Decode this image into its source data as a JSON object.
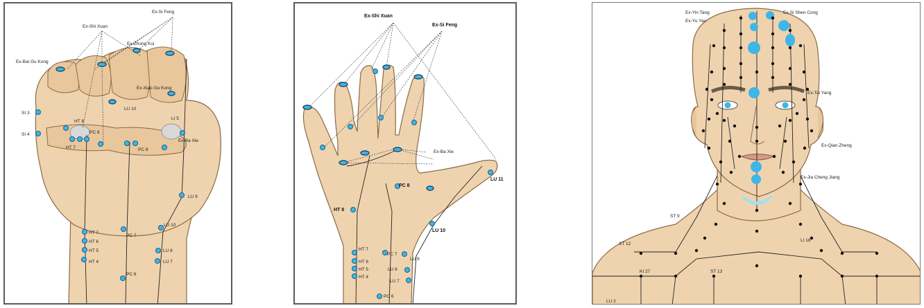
{
  "fist": {
    "labels": {
      "ex_shixuan_top": "Ex-Shi Xuan",
      "ex_sifeng": "Ex-Si Feng",
      "ex_ba_xie": "Ex-Bai Gu Kong",
      "ex_zhong_kui": "Ex-Zhong Kui",
      "ex_xiao_gu_kong": "Ex-Xiao Gu Kong",
      "si_3": "SI 3",
      "si_4": "SI 4",
      "ht_8": "HT 8",
      "pc_8": "PC 8",
      "ht_7": "HT 7",
      "ht_6": "HT 6",
      "ht_5": "HT 5",
      "ht_4": "HT 4",
      "pc_7": "PC 7",
      "pc_6": "PC 6",
      "lu_8": "LU 8",
      "lu_7": "LU 7",
      "lu_9": "LU 9",
      "lu_10": "LU 10",
      "li_5": "LI 5",
      "ex_ba_xie2": "Ex-Ba Xie"
    }
  },
  "hand": {
    "labels": {
      "ex_shixuan": "Ex-Shi Xuan",
      "ex_sifeng": "Ex-Si Feng",
      "ex_ba_xie": "Ex-Ba Xie",
      "pc_8": "PC 8",
      "ht_8": "HT 8",
      "lu_11": "LU 11",
      "lu_10": "LU 10",
      "pc_7": "PC 7",
      "pc_6": "PC 6",
      "lu_9": "LU 9",
      "lu_8": "LU 8",
      "lu_7": "LU 7",
      "ht_7": "HT 7",
      "ht_6": "HT 6",
      "ht_5": "HT 5",
      "ht_4": "HT 4"
    }
  },
  "face": {
    "labels": {
      "ex_yintang": "Ex-Yin Tang",
      "ex_si_shen_cong": "Ex-Si Shen Cong",
      "ex_yu_yao": "Ex-Yu Yao",
      "ex_tai_yang": "Ex-Tai Yang",
      "ex_jia_cheng_jiang": "Ex-Jia Cheng Jiang",
      "ex_qian_zheng": "Ex-Qian Zheng",
      "st_9": "ST 9",
      "st_12": "ST 12",
      "ki_27": "KI 27",
      "st_13": "ST 13",
      "lu_2": "LU 2",
      "li_18": "LI 18"
    }
  },
  "colors": {
    "point": "#3fb6e6",
    "skin": "#efd3ae",
    "meridian": "#222222"
  }
}
